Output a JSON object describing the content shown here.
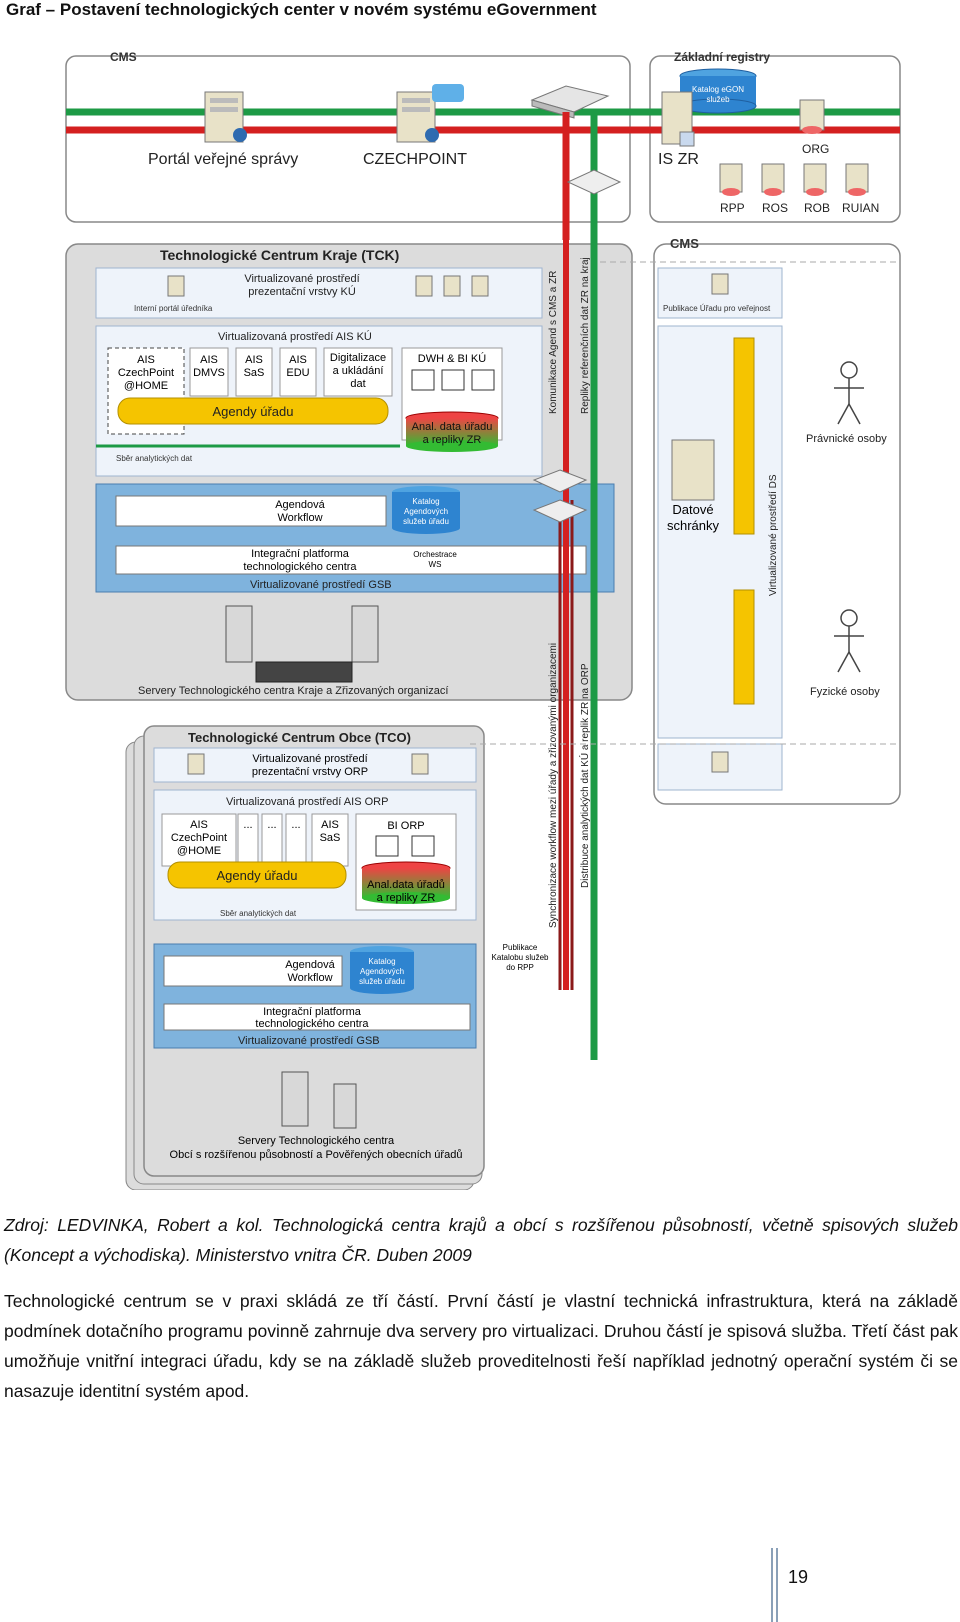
{
  "document": {
    "heading": "Graf – Postavení technologických center v novém systému eGovernment",
    "source_caption": "Zdroj: LEDVINKA, Robert a kol. Technologická centra krajů a obcí s rozšířenou působností, včetně spisových služeb (Koncept a východiska). Ministerstvo vnitra ČR. Duben 2009",
    "body_paragraph": "Technologické centrum se v praxi skládá ze tří částí. První částí je vlastní technická infrastruktura, která na základě podmínek dotačního programu povinně zahrnuje dva servery pro virtualizaci. Druhou částí je spisová služba. Třetí část pak umožňuje vnitřní integraci úřadu, kdy se na základě služeb proveditelnosti řeší například jednotný operační systém či se nasazuje identitní systém apod.",
    "page_number": "19"
  },
  "diagram": {
    "cms_top_label": "CMS",
    "registry_label": "Základní registry",
    "portal_label": "Portál veřejné správy",
    "czechpoint_label": "CZECHPOINT",
    "egon_label": [
      "Katalog eGON",
      "služeb"
    ],
    "iszr_label": "IS ZR",
    "org_label": "ORG",
    "registries": [
      "RPP",
      "ROS",
      "ROB",
      "RUIAN"
    ],
    "tck": {
      "title": "Technologické Centrum Kraje (TCK)",
      "internal_portal": "Interní portál úředníka",
      "virt_presentation": [
        "Virtualizované prostředí",
        "prezentační vrstvy KÚ"
      ],
      "virt_ais": "Virtualizovaná prostředí AIS KÚ",
      "ais_czechpoint": [
        "AIS",
        "CzechPoint",
        "@HOME"
      ],
      "ais_dmvs": [
        "AIS",
        "DMVS"
      ],
      "ais_sas": [
        "AIS",
        "SaS"
      ],
      "ais_edu": [
        "AIS",
        "EDU"
      ],
      "digitalizace": [
        "Digitalizace",
        "a ukládání",
        "dat"
      ],
      "dwh": "DWH & BI KÚ",
      "agenda": "Agendy úřadu",
      "anal": [
        "Anal. data úřadu",
        "a repliky ZR"
      ],
      "collect": "Sběr analytických dat",
      "workflow": [
        "Agendová",
        "Workflow"
      ],
      "catalog": [
        "Katalog",
        "Agendových",
        "služeb úřadu"
      ],
      "orchestrace": [
        "Orchestrace",
        "WS"
      ],
      "integration": [
        "Integrační platforma",
        "technologického centra"
      ],
      "gsb": "Virtualizované prostředí GSB",
      "servers": "Servery Technologického centra Kraje a Zřizovaných organizací"
    },
    "cms_right": {
      "title": "CMS",
      "publish": "Publikace Úřadu pro veřejnost",
      "virt_ds": "Virtualizované prostředí DS",
      "datove": [
        "Datové",
        "schránky"
      ],
      "pravnicke": "Právnické osoby",
      "fyzicke": "Fyzické osoby"
    },
    "tco": {
      "title": "Technologické Centrum Obce (TCO)",
      "virt_presentation": [
        "Virtualizované prostředí",
        "prezentační vrstvy ORP"
      ],
      "virt_ais": "Virtualizovaná prostředí AIS ORP",
      "ais_czechpoint": [
        "AIS",
        "CzechPoint",
        "@HOME"
      ],
      "ellipsis": "...",
      "ais_sas": [
        "AIS",
        "SaS"
      ],
      "bi": "BI ORP",
      "agenda": "Agendy úřadu",
      "anal": [
        "Anal.data úřadů",
        "a repliky ZR"
      ],
      "collect": "Sběr analytických dat",
      "workflow": [
        "Agendová",
        "Workflow"
      ],
      "catalog": [
        "Katalog",
        "Agendových",
        "služeb úřadu"
      ],
      "integration": [
        "Integrační platforma",
        "technologického centra"
      ],
      "gsb": "Virtualizované prostředí GSB",
      "servers": [
        "Servery Technologického centra",
        "Obcí s rozšířenou působností a Pověřených obecních úřadů"
      ]
    },
    "vertical_labels": {
      "komunikace": "Komunikace Agend s CMS a ZR",
      "repliky": "Repliky referenčních dat ZR na kraj",
      "synchronizace": "Synchronizace workflow mezi úřady a zřizovanými organizacemi",
      "distribuce": "Distribuce analytických dat KÚ a replik ZR na ORP"
    },
    "publikace_katalogu": [
      "Publikace",
      "Katalobu služeb",
      "do RPP"
    ],
    "colors": {
      "green": "#1d9a45",
      "red": "#d42020",
      "blue": "#2e6bb0",
      "yellow": "#f5c400",
      "panel": "#dcdcdc",
      "gsb": "#7fb3dd"
    }
  }
}
